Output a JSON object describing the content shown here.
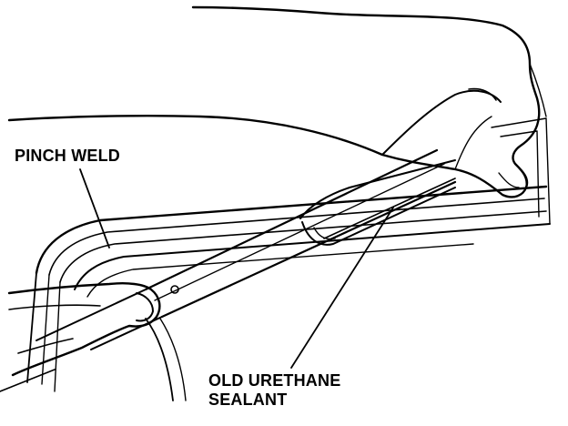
{
  "labels": {
    "pinch_weld": "PINCH WELD",
    "sealant_line1": "OLD URETHANE",
    "sealant_line2": "SEALANT"
  },
  "colors": {
    "ink": "#000000",
    "paper": "#ffffff"
  }
}
